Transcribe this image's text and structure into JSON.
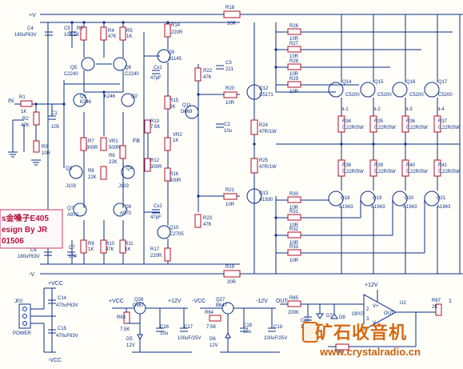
{
  "rails": {
    "pos_top": "+V",
    "neg_bottom": "-V",
    "in": "IN",
    "fb": "FB",
    "out": "OUT",
    "plus_vcc": "+VCC",
    "minus_vcc": "-VCC",
    "plus_12v": "+12V",
    "minus_12v": "-12V"
  },
  "credit": {
    "line1": "s金嗓子E405",
    "line2": "esign By JR",
    "line3": "01506"
  },
  "watermark": {
    "name": "矿石收音机",
    "url": "www.crystalradio.cn"
  },
  "labels": {
    "R18": "R18",
    "R18v": "30R",
    "C4": "C4",
    "C4v": "180uF63V",
    "C5": "C5",
    "C5v": "104",
    "R3": "R3",
    "R3v": "1K",
    "R4": "R4",
    "R4v": "47K",
    "R5": "R5",
    "R5v": "1K",
    "R14": "R14",
    "R14v": "220R",
    "Q9": "Q9",
    "Q9v": "A1145",
    "Q5": "Q5",
    "Q5v": "C2240",
    "Q6": "Q6",
    "Q6v": "C2240",
    "Cx1": "Cx1",
    "Cx1v": "47pF",
    "R22": "R22",
    "R22v": "47K",
    "C3": "C3",
    "C3v": "221",
    "R20": "R20",
    "R20v": "10R",
    "Q12": "Q12",
    "Q12v": "C5171",
    "R1": "R1",
    "R1v": "1K",
    "R2": "R2",
    "R2v": "47K",
    "C1": "C1",
    "C1v": "105",
    "Q1": "Q1",
    "Q1v": "K246",
    "Q2": "Q2",
    "Q2v": "K246",
    "R15": "R15",
    "R15v": "2K",
    "Q11": "Q11",
    "Q11v": "D669",
    "C2": "C2",
    "C2v": "10u",
    "R13": "R13",
    "R13v": "7.5K",
    "R7": "R7",
    "R7v": "300R",
    "VR1": "VR1",
    "VR1v": "500R",
    "VR2": "VR2",
    "VR2v": "1K",
    "R12": "R12",
    "R12v": "300R",
    "R16": "R16",
    "R16v": "300R",
    "R24": "R24",
    "R24v": "47R/1W",
    "R25": "R25",
    "R25v": "47R/1W",
    "R0": "R0",
    "R0v": "10R",
    "Q3": "Q3",
    "Q3v": "J103",
    "Q4": "Q4",
    "Q4v": "J103",
    "R8": "R8",
    "R8v": "22K",
    "R6": "R6",
    "R6v": "22K",
    "Q7": "Q7",
    "Q7v": "A970",
    "Q8": "Q8",
    "Q8v": "A970",
    "Cx2": "Cx2",
    "Cx2v": "47pF",
    "R21": "R21",
    "R21v": "10R",
    "Q13": "Q13",
    "Q13v": "A1930",
    "Q10": "Q10",
    "Q10v": "C2705",
    "R23": "R23",
    "R23v": "47K",
    "C6": "C6",
    "C6v": "180uF63V",
    "C7": "C7",
    "C7v": "104",
    "R9": "R9",
    "R9v": "1K",
    "R10": "R10",
    "R10v": "47K",
    "R11": "R11",
    "R11v": "1K",
    "R17": "R17",
    "R17v": "220R",
    "R19": "R19",
    "R19v": "30R",
    "R26": "R26",
    "R27": "R27",
    "R28": "R28",
    "R29": "R29",
    "R30": "R30",
    "R31": "R31",
    "R32": "R32",
    "R33": "R33",
    "R10r": "10R",
    "Q14": "Q14",
    "Q15": "Q15",
    "Q16": "Q16",
    "Q17": "Q17",
    "C5200": "C5200",
    "Q18": "Q18",
    "Q19": "Q19",
    "Q20": "Q20",
    "Q21": "Q21",
    "A1943": "A1943",
    "N1": "N-1",
    "N2": "N-2",
    "N3": "N-3",
    "N4": "N-4",
    "R34": "R34",
    "R35": "R35",
    "R36": "R36",
    "R37": "R37",
    "R38": "R38",
    "R39": "R39",
    "R40": "R40",
    "R41": "R41",
    "R022": "0.22R/5W",
    "JP2": "JP2",
    "POWER": "POWER",
    "C14": "C14",
    "C14v": "470uF63V",
    "C15": "C15",
    "C15v": "470uF63V",
    "Q26": "Q26",
    "Q26v": "D667",
    "R63": "R63",
    "R63v": "7.5K",
    "D5": "D5",
    "D5v": "12V",
    "C16": "C16",
    "C16v": "10u",
    "C17": "C17",
    "C17v": "100uF/25V",
    "Q27": "Q27",
    "Q27v": "B647",
    "R64": "R64",
    "R64v": "7.5K",
    "D6": "D6",
    "D6v": "12V",
    "C18": "C18",
    "C18v": "10u",
    "C19": "C19",
    "C19v": "100uF/25V",
    "R65": "R65",
    "R65v": "200K",
    "C20": "C20",
    "C20v": "105",
    "D7": "D7",
    "D8": "D8",
    "U2": "U2",
    "U2v": "OP07",
    "R66": "R66",
    "R67": "R67",
    "R67v": "2K",
    "Vp": "V+",
    "Vm": "V-",
    "OUTlbl": "OUT",
    "n1": "1",
    "n2": "2",
    "n3": "3"
  }
}
